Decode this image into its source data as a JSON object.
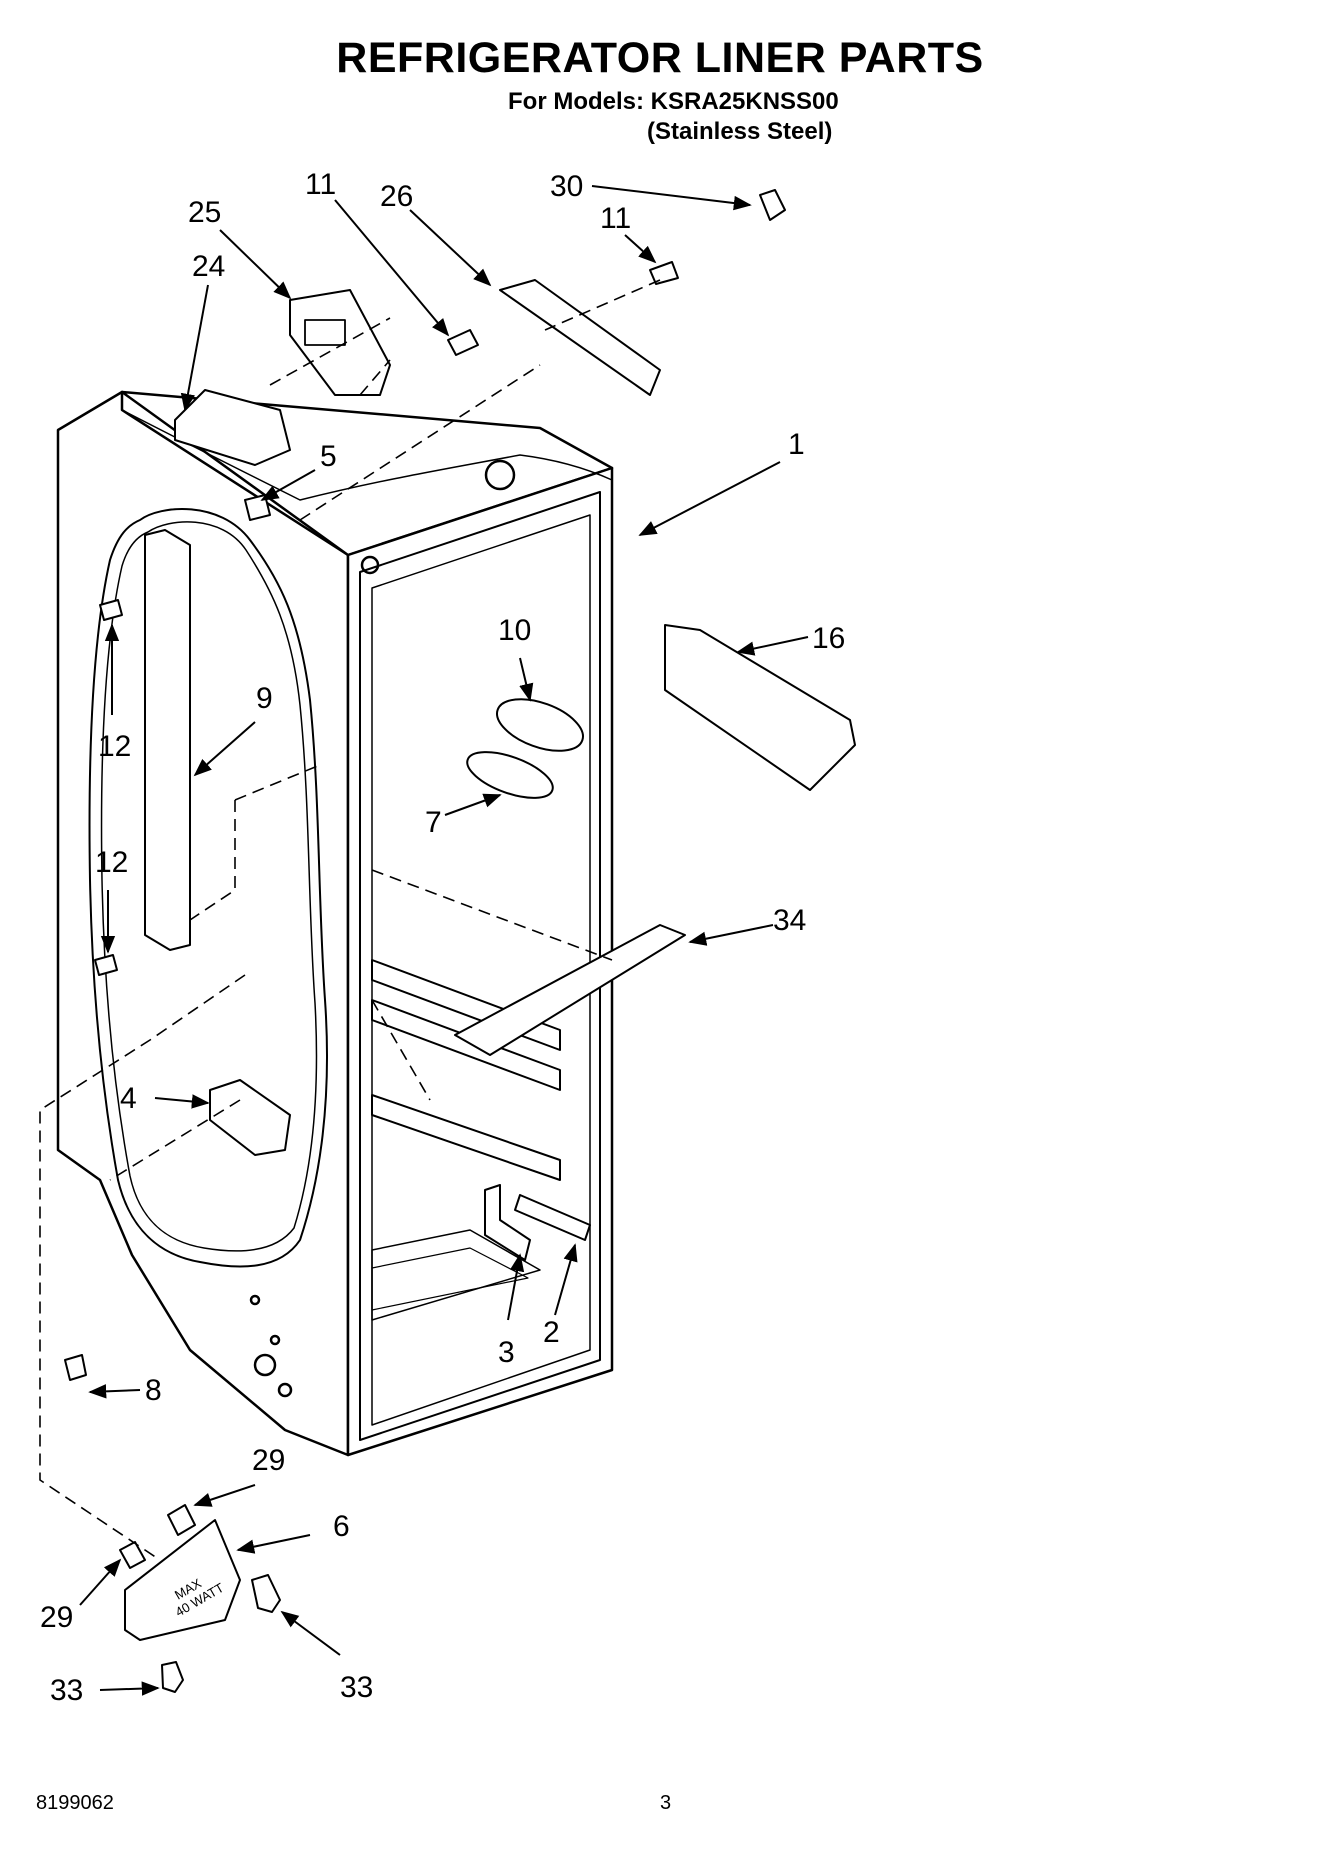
{
  "header": {
    "title": "REFRIGERATOR LINER PARTS",
    "models": "For Models: KSRA25KNSS00",
    "variant": "(Stainless Steel)"
  },
  "footer": {
    "doc_number": "8199062",
    "page": "3"
  },
  "callouts": {
    "c30": "30",
    "c11a": "11",
    "c26": "26",
    "c11b": "11",
    "c25": "25",
    "c24": "24",
    "c5": "5",
    "c1": "1",
    "c16": "16",
    "c10": "10",
    "c9": "9",
    "c12a": "12",
    "c7": "7",
    "c12b": "12",
    "c34": "34",
    "c4": "4",
    "c3": "3",
    "c2": "2",
    "c8": "8",
    "c29a": "29",
    "c6": "6",
    "c29b": "29",
    "c33a": "33",
    "c33b": "33"
  },
  "lamp_label": {
    "line1": "MAX",
    "line2": "40 WATT"
  }
}
